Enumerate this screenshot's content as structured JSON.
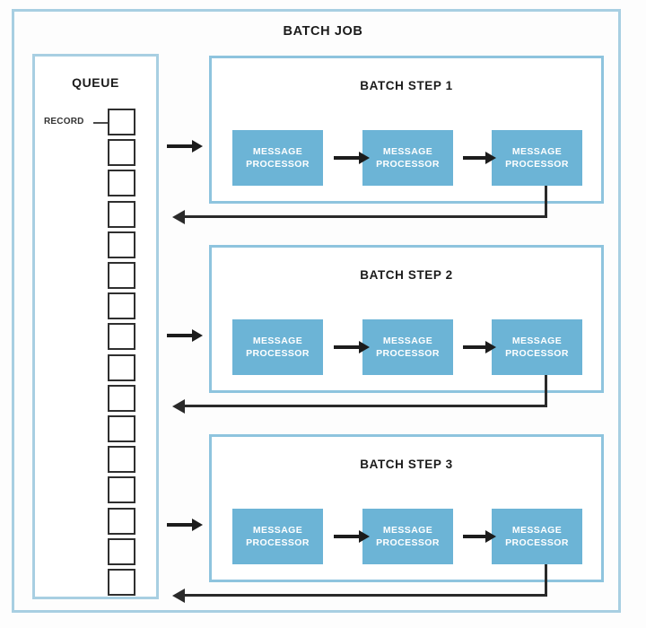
{
  "diagram": {
    "title": "BATCH JOB",
    "queue": {
      "title": "QUEUE",
      "record_label": "RECORD",
      "record_count": 16
    },
    "steps": [
      {
        "title": "BATCH STEP 1",
        "processors": [
          {
            "line1": "MESSAGE",
            "line2": "PROCESSOR"
          },
          {
            "line1": "MESSAGE",
            "line2": "PROCESSOR"
          },
          {
            "line1": "MESSAGE",
            "line2": "PROCESSOR"
          }
        ]
      },
      {
        "title": "BATCH STEP 2",
        "processors": [
          {
            "line1": "MESSAGE",
            "line2": "PROCESSOR"
          },
          {
            "line1": "MESSAGE",
            "line2": "PROCESSOR"
          },
          {
            "line1": "MESSAGE",
            "line2": "PROCESSOR"
          }
        ]
      },
      {
        "title": "BATCH STEP 3",
        "processors": [
          {
            "line1": "MESSAGE",
            "line2": "PROCESSOR"
          },
          {
            "line1": "MESSAGE",
            "line2": "PROCESSOR"
          },
          {
            "line1": "MESSAGE",
            "line2": "PROCESSOR"
          }
        ]
      }
    ],
    "colors": {
      "frame_border": "#a8cfe2",
      "step_border": "#8ec4de",
      "processor_fill": "#6cb4d6",
      "processor_text": "#ffffff",
      "record_border": "#2f2f2f",
      "arrow": "#1c1c1c",
      "background": "#fdfdfd"
    },
    "layout": {
      "step_tops": [
        62,
        273,
        484
      ],
      "step_title_tops": [
        88,
        299,
        510
      ],
      "processor_tops": [
        145,
        356,
        567
      ],
      "processor_lefts": [
        259,
        404,
        548
      ],
      "feed_arrow_tops": [
        147,
        358,
        569
      ],
      "return_arrow_tops": [
        240,
        451,
        662
      ]
    }
  }
}
